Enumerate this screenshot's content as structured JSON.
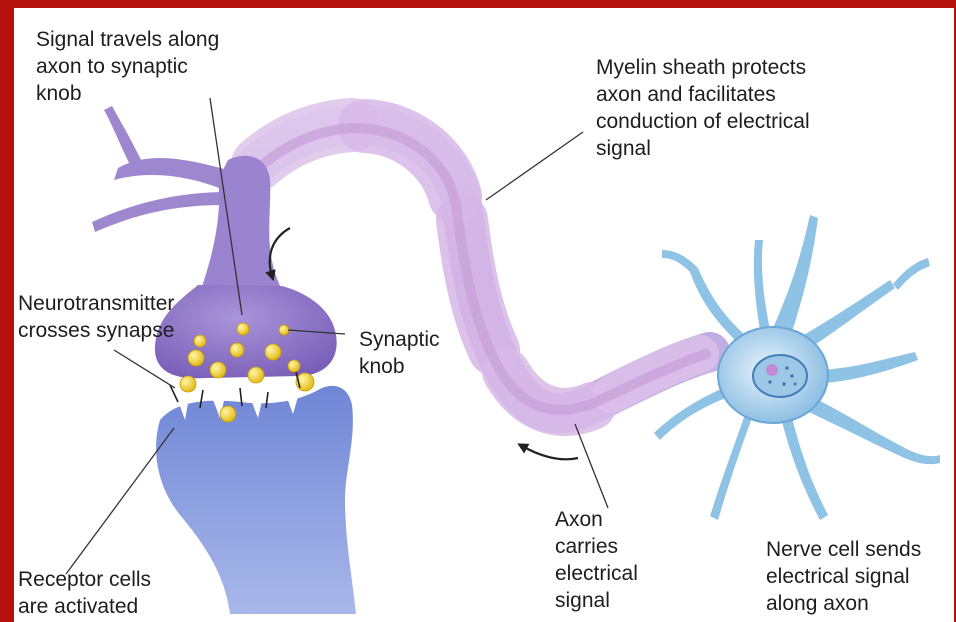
{
  "labels": {
    "signal_travels": "Signal travels along\naxon to synaptic\nknob",
    "myelin": "Myelin sheath protects\naxon and facilitates\nconduction of electrical\nsignal",
    "neurotransmitter": "Neurotransmitter\ncrosses synapse",
    "synaptic_knob": "Synaptic\nknob",
    "axon": "Axon\ncarries\nelectrical\nsignal",
    "nerve_cell": "Nerve cell sends\nelectrical signal\nalong axon",
    "receptor": "Receptor cells\nare activated"
  },
  "colors": {
    "frame": "#b5120e",
    "axon_purple": "#a58fd0",
    "myelin_pink": "#d9b8e6",
    "knob_violet": "#8f75c8",
    "receptor_blue": "#7f96dc",
    "cell_blue": "#9ccbe8",
    "vesicle_yellow": "#f2d21e"
  }
}
